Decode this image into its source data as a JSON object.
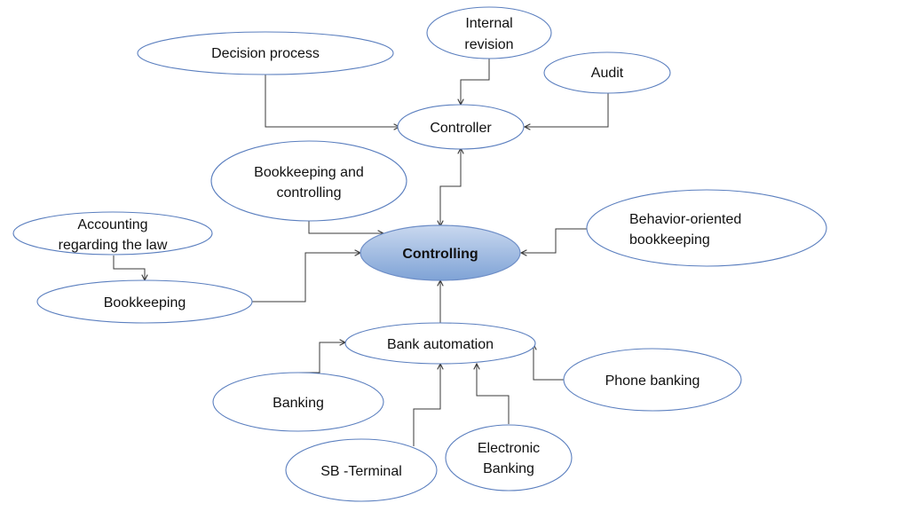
{
  "diagram": {
    "nodes": [
      {
        "id": "decision",
        "lines": [
          "Decision process"
        ]
      },
      {
        "id": "internal_revision",
        "lines": [
          "Internal",
          "revision"
        ]
      },
      {
        "id": "audit",
        "lines": [
          "Audit"
        ]
      },
      {
        "id": "controller",
        "lines": [
          "Controller"
        ]
      },
      {
        "id": "bookkeeping_controlling",
        "lines": [
          "Bookkeeping and",
          "controlling"
        ]
      },
      {
        "id": "accounting_law",
        "lines": [
          "Accounting",
          "regarding the law"
        ]
      },
      {
        "id": "controlling",
        "lines": [
          "Controlling"
        ]
      },
      {
        "id": "behavior",
        "lines": [
          "Behavior-oriented",
          "bookkeeping"
        ]
      },
      {
        "id": "bookkeeping",
        "lines": [
          "Bookkeeping"
        ]
      },
      {
        "id": "bank_automation",
        "lines": [
          "Bank automation"
        ]
      },
      {
        "id": "banking",
        "lines": [
          "Banking"
        ]
      },
      {
        "id": "phone_banking",
        "lines": [
          "Phone banking"
        ]
      },
      {
        "id": "electronic_banking",
        "lines": [
          "Electronic",
          "Banking"
        ]
      },
      {
        "id": "sb_terminal",
        "lines": [
          "SB -Terminal"
        ]
      }
    ],
    "edges": [
      {
        "from": "decision",
        "to": "controller"
      },
      {
        "from": "internal_revision",
        "to": "controller"
      },
      {
        "from": "audit",
        "to": "controller"
      },
      {
        "from": "controlling",
        "to": "controller",
        "bidirectional": true
      },
      {
        "from": "bookkeeping_controlling",
        "to": "controlling"
      },
      {
        "from": "accounting_law",
        "to": "bookkeeping"
      },
      {
        "from": "bookkeeping",
        "to": "controlling"
      },
      {
        "from": "behavior",
        "to": "controlling"
      },
      {
        "from": "bank_automation",
        "to": "controlling"
      },
      {
        "from": "banking",
        "to": "bank_automation"
      },
      {
        "from": "sb_terminal",
        "to": "bank_automation"
      },
      {
        "from": "electronic_banking",
        "to": "bank_automation"
      },
      {
        "from": "phone_banking",
        "to": "bank_automation"
      }
    ],
    "colors": {
      "node_border": "#5b7fbf",
      "central_fill_top": "#c9d8ef",
      "central_fill_bottom": "#7fa3d6",
      "edge": "#3a3a3a",
      "text": "#111111"
    }
  }
}
